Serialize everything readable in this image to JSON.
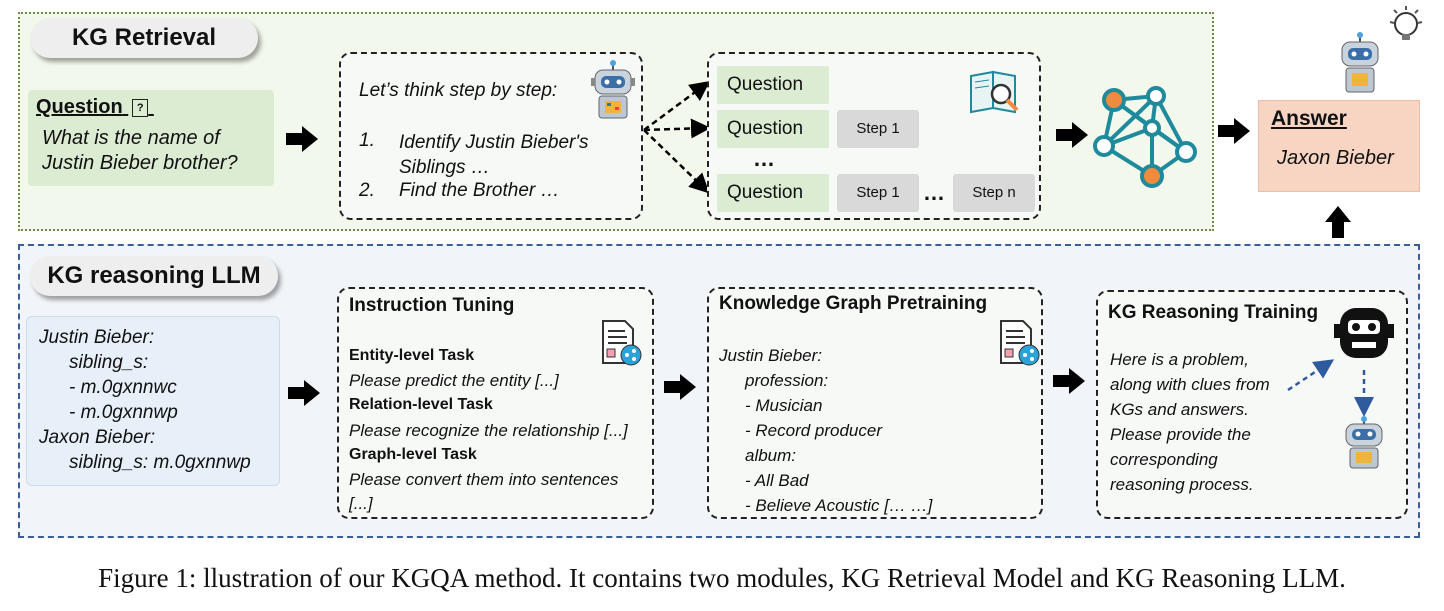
{
  "retrieval": {
    "title": "KG Retrieval",
    "question_label": "Question",
    "question_glyph": "?",
    "question_text": "What is the name of Justin Bieber brother?",
    "thinking": {
      "intro": "Let’s think step by step:",
      "steps": [
        {
          "num": "1.",
          "text": "Identify Justin Bieber's Siblings …"
        },
        {
          "num": "2.",
          "text": "Find the Brother …"
        }
      ]
    },
    "decomposition": {
      "question": "Question",
      "step1": "Step 1",
      "stepn": "Step n",
      "ellipsis": "…",
      "dots": "…"
    },
    "answer_label": "Answer",
    "answer_text": "Jaxon Bieber"
  },
  "reasoning": {
    "title": "KG reasoning LLM",
    "kg_lines": [
      "Justin Bieber:",
      "sibling_s:",
      "- m.0gxnnwc",
      "- m.0gxnnwp",
      "Jaxon Bieber:",
      "sibling_s: m.0gxnnwp"
    ],
    "instruction": {
      "title": "Instruction Tuning",
      "entity_title": "Entity-level Task",
      "entity_text": "Please predict the entity [...]",
      "relation_title": "Relation-level Task",
      "relation_text": "Please recognize the relationship [...]",
      "graph_title": "Graph-level Task",
      "graph_text1": "Please convert them into sentences",
      "graph_text2": "[...]"
    },
    "pretraining": {
      "title": "Knowledge Graph Pretraining",
      "lines": [
        "Justin Bieber:",
        "profession:",
        "- Musician",
        "- Record producer",
        "album:",
        "- All Bad",
        "- Believe Acoustic [… …]"
      ]
    },
    "training": {
      "title": "KG Reasoning Training",
      "lines": [
        "Here is a problem,",
        "along with clues from",
        "KGs and answers.",
        "Please provide the",
        "corresponding",
        "reasoning process."
      ]
    }
  },
  "caption": "Figure 1: llustration of our KGQA method. It contains two modules, KG Retrieval Model and KG Reasoning LLM.",
  "colors": {
    "top_bg": "#f3f8ec",
    "bottom_bg": "#f1f4f8",
    "question_green": "#dcecd3",
    "answer_peach": "#f8d5c3",
    "graph_teal": "#1f8a9c",
    "graph_orange": "#f08a3c"
  }
}
